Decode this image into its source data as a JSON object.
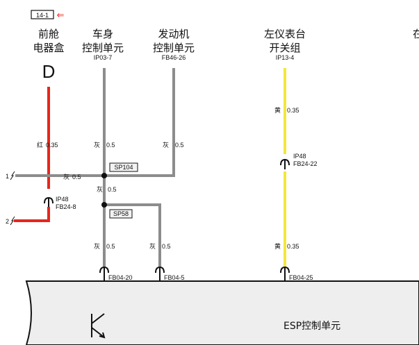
{
  "page_ref": "14-1",
  "page_ref_arrow": "⇐",
  "components": {
    "front_box": {
      "line1": "前舱",
      "line2": "电器盒",
      "pin": "D"
    },
    "bcm": {
      "line1": "车身",
      "line2": "控制单元",
      "pin": "IP03-7"
    },
    "ecm": {
      "line1": "发动机",
      "line2": "控制单元",
      "pin": "FB46-26"
    },
    "left_panel": {
      "line1": "左仪表台",
      "line2": "开关组",
      "pin": "IP13-4"
    },
    "cut": "在"
  },
  "wires": {
    "red": {
      "color": "红",
      "size": "0.35"
    },
    "grey_bcm": {
      "color": "灰",
      "size": "0.5"
    },
    "grey_ecm": {
      "color": "灰",
      "size": "0.5"
    },
    "yellow_top": {
      "color": "黄",
      "size": "0.35"
    },
    "grey_line1": {
      "color": "灰",
      "size": "0.5"
    },
    "grey_mid": {
      "color": "灰",
      "size": "0.5"
    },
    "grey_b1": {
      "color": "灰",
      "size": "0.5"
    },
    "grey_b2": {
      "color": "灰",
      "size": "0.5"
    },
    "yellow_bottom": {
      "color": "黄",
      "size": "0.35"
    }
  },
  "lines": {
    "l1": "1",
    "l2": "2"
  },
  "splices": {
    "sp104": "SP104",
    "sp58": "SP58"
  },
  "connectors": {
    "ip48_left": {
      "line1": "IP48",
      "line2": "FB24-8"
    },
    "ip48_right": {
      "line1": "IP48",
      "line2": "FB24-22"
    }
  },
  "esp_pins": {
    "p1": "FB04-20",
    "p2": "FB04-5",
    "p3": "FB04-25"
  },
  "esp_label": "ESP控制单元",
  "colors": {
    "red": "#e8251b",
    "grey": "#8c8c8c",
    "yellow": "#f5e63c",
    "black": "#111111",
    "module_fill": "#eeeeee"
  }
}
